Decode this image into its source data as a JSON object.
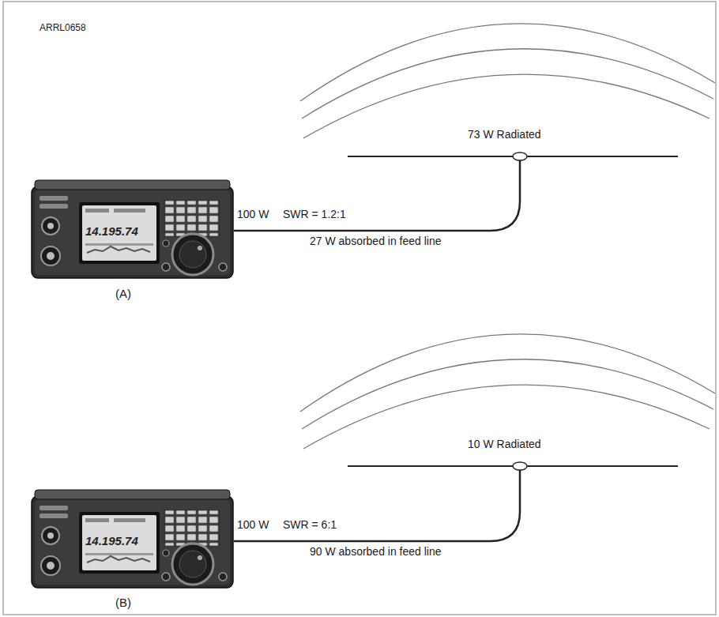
{
  "diagram": {
    "labels": [
      "ARRL0658",
      "73 W Radiated",
      "100 W",
      "SWR = 1.2:1",
      "27 W absorbed in feed line",
      "(A)",
      "14.195.74",
      "10 W Radiated",
      "100 W",
      "SWR = 6:1",
      "90 W absorbed in feed line",
      "(B)",
      "14.195.74"
    ]
  }
}
